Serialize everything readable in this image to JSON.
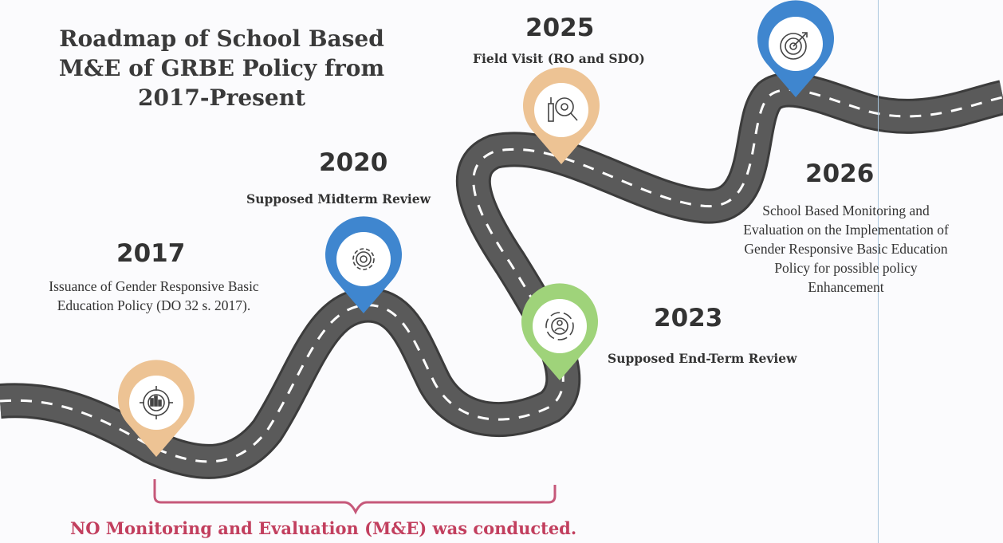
{
  "title": "Roadmap of School Based M&E of GRBE Policy from 2017-Present",
  "milestones": [
    {
      "year": "2017",
      "heading": "",
      "description": "Issuance of Gender Responsive Basic Education Policy (DO 32 s. 2017).",
      "pin_color": "#edc394",
      "icon": "target-chart-icon"
    },
    {
      "year": "2020",
      "heading": "Supposed Midterm Review",
      "description": "",
      "pin_color": "#3f86cf",
      "icon": "gear-icon"
    },
    {
      "year": "2023",
      "heading": "Supposed End-Term Review",
      "description": "",
      "pin_color": "#9fd37a",
      "icon": "person-cycle-icon"
    },
    {
      "year": "2025",
      "heading": "Field Visit (RO and SDO)",
      "description": "",
      "pin_color": "#edc394",
      "icon": "magnifier-tools-icon"
    },
    {
      "year": "2026",
      "heading": "",
      "description": "School Based Monitoring and Evaluation on the Implementation of Gender Responsive Basic Education Policy for possible policy Enhancement",
      "pin_color": "#3f86cf",
      "icon": "target-arrow-icon"
    }
  ],
  "note": "NO Monitoring and Evaluation (M&E) was conducted.",
  "colors": {
    "road": "#5b5b5b",
    "road_edge": "#3c3c3c",
    "dash": "#ffffff",
    "bracket": "#c6587a",
    "note": "#c23f5e"
  }
}
